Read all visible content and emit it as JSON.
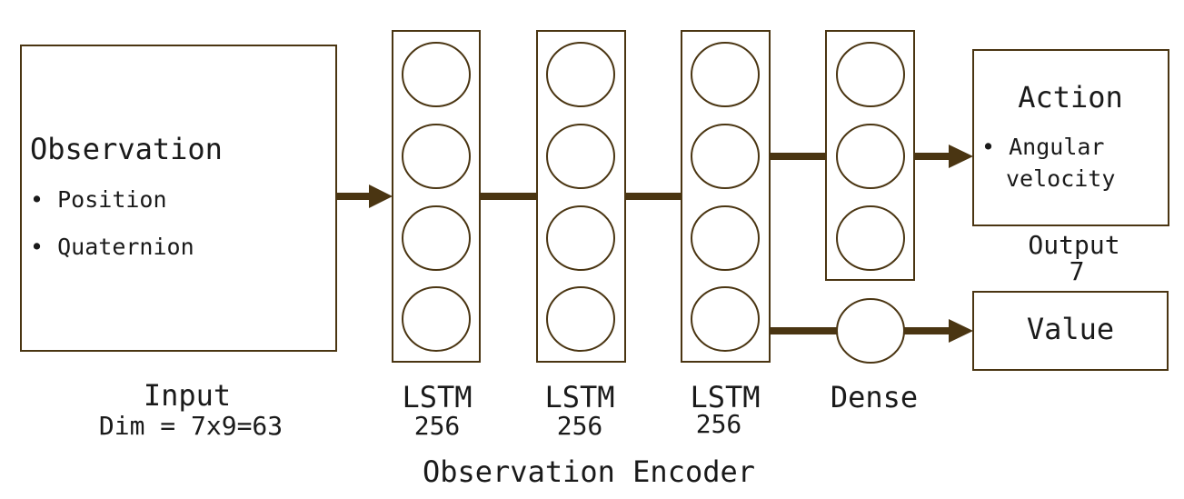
{
  "colors": {
    "stroke": "#4a3512",
    "arrow": "#4a3512",
    "text": "#1a1a1a",
    "background": "#ffffff"
  },
  "observation": {
    "title": "Observation",
    "bullets": [
      "Position",
      "Quaternion"
    ]
  },
  "input_label": {
    "name": "Input",
    "dim": "Dim = 7x9=63"
  },
  "lstm_layers": [
    {
      "name": "LSTM",
      "size": "256"
    },
    {
      "name": "LSTM",
      "size": "256"
    },
    {
      "name": "LSTM",
      "size": "256"
    }
  ],
  "dense_label": "Dense",
  "encoder_label": "Observation Encoder",
  "action": {
    "title": "Action",
    "bullet_line1": "Angular",
    "bullet_line2": "velocity"
  },
  "output_label": {
    "name": "Output",
    "size": "7"
  },
  "value_label": "Value",
  "bullet_char": "•"
}
